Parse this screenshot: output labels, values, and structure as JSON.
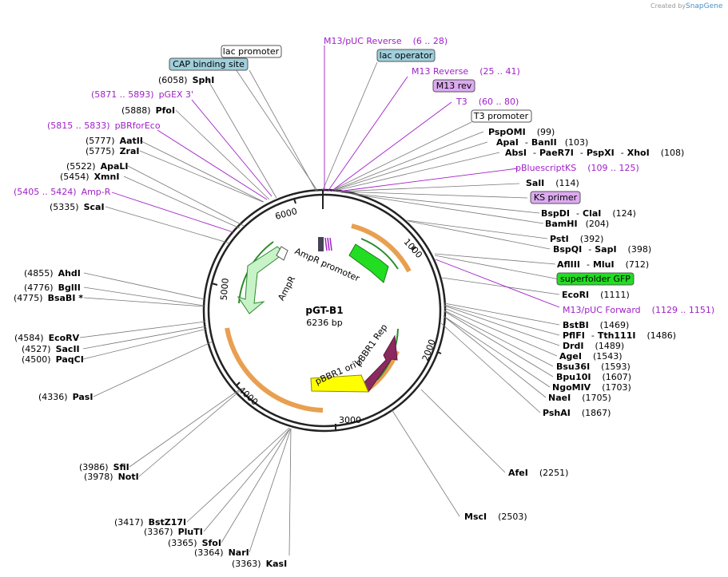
{
  "credit": {
    "prefix": "Created by",
    "brand": "SnapGene"
  },
  "map": {
    "name": "pGT-B1",
    "length": "6236 bp",
    "total_bp": 6236
  },
  "ticks": [
    "1000",
    "2000",
    "3000",
    "4000",
    "5000",
    "6000"
  ],
  "features": [
    {
      "name": "AmpR",
      "color": "#c8f2c8"
    },
    {
      "name": "AmpR promoter",
      "color": "#ffffff"
    },
    {
      "name": "superfolder GFP",
      "color": "#22dd22"
    },
    {
      "name": "pBBR1 Rep",
      "color": "#8b2a5e"
    },
    {
      "name": "pBBR1 oriV",
      "color": "#ffff00"
    }
  ],
  "left_sites": [
    {
      "pos": "(6058)",
      "name": "SphI"
    },
    {
      "pos": "(5888)",
      "name": "PfoI"
    },
    {
      "pos": "(5777)",
      "name": "AatII"
    },
    {
      "pos": "(5775)",
      "name": "ZraI"
    },
    {
      "pos": "(5522)",
      "name": "ApaLI"
    },
    {
      "pos": "(5454)",
      "name": "XmnI"
    },
    {
      "pos": "(5335)",
      "name": "ScaI"
    },
    {
      "pos": "(4855)",
      "name": "AhdI"
    },
    {
      "pos": "(4776)",
      "name": "BglII"
    },
    {
      "pos": "(4775)",
      "name": "BsaBI *"
    },
    {
      "pos": "(4584)",
      "name": "EcoRV"
    },
    {
      "pos": "(4527)",
      "name": "SacII"
    },
    {
      "pos": "(4500)",
      "name": "PaqCI"
    },
    {
      "pos": "(4336)",
      "name": "PasI"
    },
    {
      "pos": "(3986)",
      "name": "SfiI"
    },
    {
      "pos": "(3978)",
      "name": "NotI"
    },
    {
      "pos": "(3417)",
      "name": "BstZ17I"
    },
    {
      "pos": "(3367)",
      "name": "PluTI"
    },
    {
      "pos": "(3365)",
      "name": "SfoI"
    },
    {
      "pos": "(3364)",
      "name": "NarI"
    },
    {
      "pos": "(3363)",
      "name": "KasI"
    }
  ],
  "right_sites": [
    {
      "name": "PspOMI",
      "pos": "(99)"
    },
    {
      "name": "ApaI",
      "name2": "BanII",
      "pos": "(103)"
    },
    {
      "name": "AbsI",
      "name2": "PaeR7I",
      "name3": "PspXI",
      "name4": "XhoI",
      "pos": "(108)"
    },
    {
      "name": "SalI",
      "pos": "(114)"
    },
    {
      "name": "BspDI",
      "name2": "ClaI",
      "pos": "(124)"
    },
    {
      "name": "BamHI",
      "pos": "(204)"
    },
    {
      "name": "PstI",
      "pos": "(392)"
    },
    {
      "name": "BspQI",
      "name2": "SapI",
      "pos": "(398)"
    },
    {
      "name": "AflIII",
      "name2": "MluI",
      "pos": "(712)"
    },
    {
      "name": "EcoRI",
      "pos": "(1111)"
    },
    {
      "name": "BstBI",
      "pos": "(1469)"
    },
    {
      "name": "PflFI",
      "name2": "Tth111I",
      "pos": "(1486)"
    },
    {
      "name": "DrdI",
      "pos": "(1489)"
    },
    {
      "name": "AgeI",
      "pos": "(1543)"
    },
    {
      "name": "Bsu36I",
      "pos": "(1593)"
    },
    {
      "name": "Bpu10I",
      "pos": "(1607)"
    },
    {
      "name": "NgoMIV",
      "pos": "(1703)"
    },
    {
      "name": "NaeI",
      "pos": "(1705)"
    },
    {
      "name": "PshAI",
      "pos": "(1867)"
    },
    {
      "name": "AfeI",
      "pos": "(2251)"
    },
    {
      "name": "MscI",
      "pos": "(2503)"
    }
  ],
  "primers": [
    {
      "name": "M13/pUC Reverse",
      "range": "(6 .. 28)"
    },
    {
      "name": "M13 Reverse",
      "range": "(25 .. 41)"
    },
    {
      "name": "T3",
      "range": "(60 .. 80)"
    },
    {
      "name": "pBluescriptKS",
      "range": "(109 .. 125)"
    },
    {
      "name": "M13/pUC Forward",
      "range": "(1129 .. 1151)"
    },
    {
      "name": "pGEX 3'",
      "range": "(5871 .. 5893)"
    },
    {
      "name": "pBRforEco",
      "range": "(5815 .. 5833)"
    },
    {
      "name": "Amp-R",
      "range": "(5405 .. 5424)"
    }
  ],
  "boxes": {
    "lac_promoter": "lac promoter",
    "cap_site": "CAP binding site",
    "lac_operator": "lac operator",
    "m13_rev": "M13 rev",
    "t3_promoter": "T3 promoter",
    "ks_primer": "KS primer",
    "sfgfp": "superfolder GFP"
  },
  "colors": {
    "primer": "#a020c8",
    "cap_box": "#9fcfdc",
    "primer_box": "#dcaaf0",
    "gfp_box": "#22dd22",
    "arc": "#e8a050"
  }
}
